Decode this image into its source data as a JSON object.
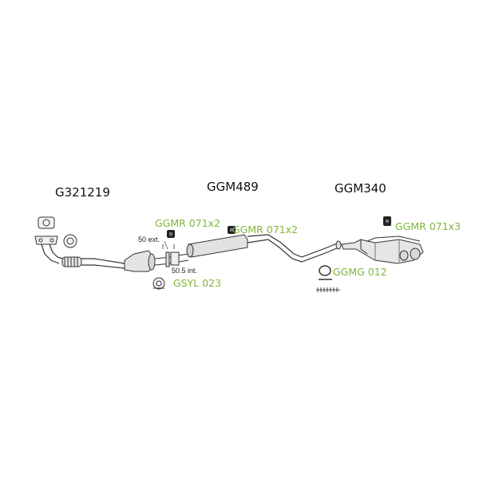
{
  "parts": {
    "front_pipe": "G321219",
    "center_section": "GGM489",
    "rear_silencer": "GGM340"
  },
  "accessories": {
    "rubber_mount_1": "GGMR 071x2",
    "rubber_mount_2": "GGMR 071x2",
    "rubber_mount_3": "GGMR 071x3",
    "gasket_ring": "GGMG 012",
    "sleeve": "GSYL 023"
  },
  "dimensions": {
    "outer": "50 ext.",
    "inner": "50.5 int."
  },
  "colors": {
    "accessory_label": "#7fb63a",
    "line": "#333333"
  }
}
